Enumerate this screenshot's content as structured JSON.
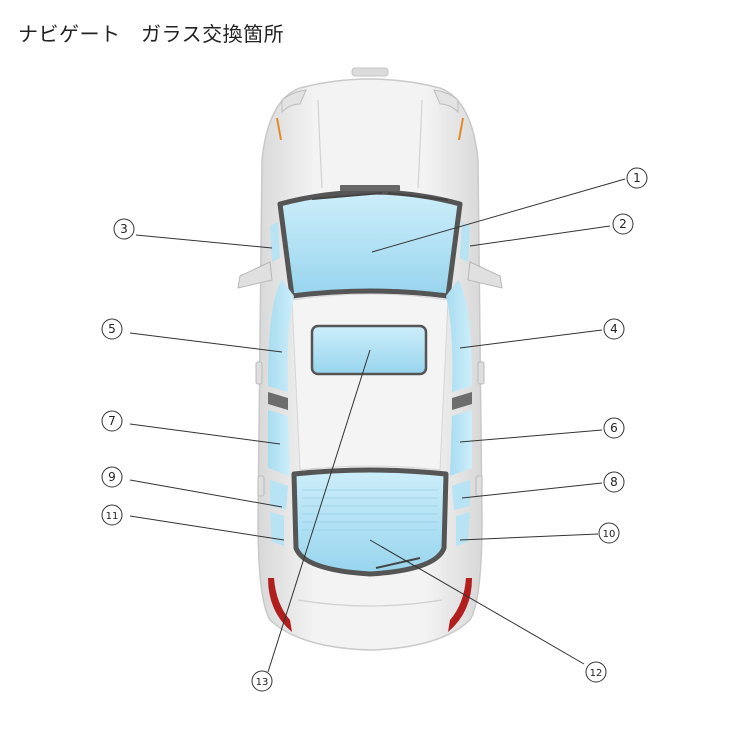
{
  "page": {
    "title": "ナビゲート　ガラス交換箇所"
  },
  "callouts": [
    {
      "id": 1,
      "label": "①"
    },
    {
      "id": 2,
      "label": "②"
    },
    {
      "id": 3,
      "label": "③"
    },
    {
      "id": 4,
      "label": "④"
    },
    {
      "id": 5,
      "label": "⑤"
    },
    {
      "id": 6,
      "label": "⑥"
    },
    {
      "id": 7,
      "label": "⑦"
    },
    {
      "id": 8,
      "label": "⑧"
    },
    {
      "id": 9,
      "label": "⑨"
    },
    {
      "id": 10,
      "label": "⑩"
    },
    {
      "id": 11,
      "label": "⑪"
    },
    {
      "id": 12,
      "label": "⑫"
    },
    {
      "id": 13,
      "label": "⑬"
    }
  ],
  "colors": {
    "glass": "#aee0f3",
    "glass_edge": "#7fc6e6",
    "body": "#ececec",
    "body_edge": "#c9c9c9",
    "seal": "#555555",
    "taillight": "#b01e1e",
    "line": "#333333"
  }
}
